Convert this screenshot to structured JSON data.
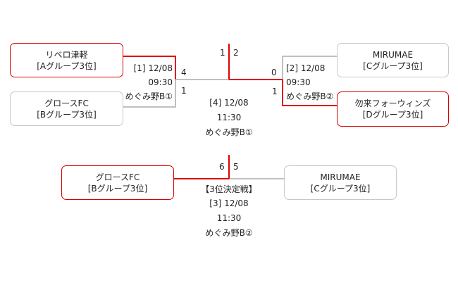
{
  "main_bracket": {
    "left_top": {
      "name": "リベロ津軽",
      "group": "[Aグループ3位]",
      "winner": true
    },
    "left_bottom": {
      "name": "グロースFC",
      "group": "[Bグループ3位]",
      "winner": false
    },
    "right_top": {
      "name": "MIRUMAE",
      "group": "[Cグループ3位]",
      "winner": false
    },
    "right_bottom": {
      "name": "勿来フォーウィンズ",
      "group": "[Dグループ3位]",
      "winner": true
    },
    "match1": {
      "label": "[1] 12/08",
      "time": "09:30",
      "venue": "めぐみ野B①",
      "score_top": "4",
      "score_bottom": "1"
    },
    "match2": {
      "label": "[2] 12/08",
      "time": "09:30",
      "venue": "めぐみ野B②",
      "score_top": "0",
      "score_bottom": "1"
    },
    "final": {
      "label": "[4] 12/08",
      "time": "11:30",
      "venue": "めぐみ野B①",
      "score_left": "1",
      "score_right": "2"
    }
  },
  "third_place": {
    "title": "【3位決定戦】",
    "label": "[3] 12/08",
    "time": "11:30",
    "venue": "めぐみ野B②",
    "score_left": "6",
    "score_right": "5",
    "left_team": {
      "name": "グロースFC",
      "group": "[Bグループ3位]",
      "winner": true
    },
    "right_team": {
      "name": "MIRUMAE",
      "group": "[Cグループ3位]",
      "winner": false
    }
  },
  "colors": {
    "winner_line": "#e00000",
    "loser_line": "#c0c0c0",
    "winner_border": "#d80000",
    "loser_border": "#c8c8c8"
  }
}
